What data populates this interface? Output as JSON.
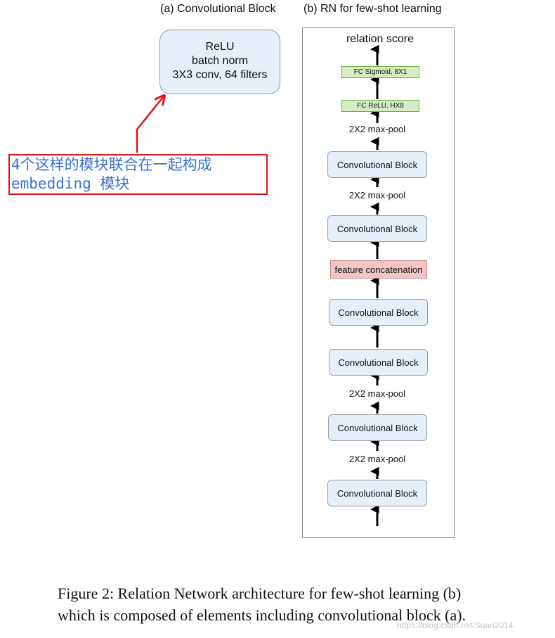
{
  "panel_a": {
    "title": "(a) Convolutional Block",
    "lines": [
      "ReLU",
      "batch norm",
      "3X3 conv, 64 filters"
    ]
  },
  "panel_b": {
    "title": "(b) RN for few-shot learning",
    "output_label": "relation score",
    "fc_layers": [
      "FC Sigmoid,  8X1",
      "FC ReLU,  HX8"
    ],
    "pool_label": "2X2 max-pool",
    "block_label": "Convolutional Block",
    "concat_label": "feature concatenation"
  },
  "annotation": {
    "line1": "4个这样的模块联合在一起构成",
    "line2": "embedding 模块"
  },
  "caption": {
    "line1": "Figure 2: Relation Network architecture for few-shot learning (b)",
    "line2": "which is composed of elements including convolutional block (a)."
  },
  "watermark": "https://blog.csdn.net/Suan2014",
  "colors": {
    "block_fill": "#e6eef8",
    "fc_fill": "#d6ecc2",
    "concat_fill": "#f2c4c4",
    "annotation_border": "#e0141e",
    "annotation_text": "#3c6fd2"
  }
}
